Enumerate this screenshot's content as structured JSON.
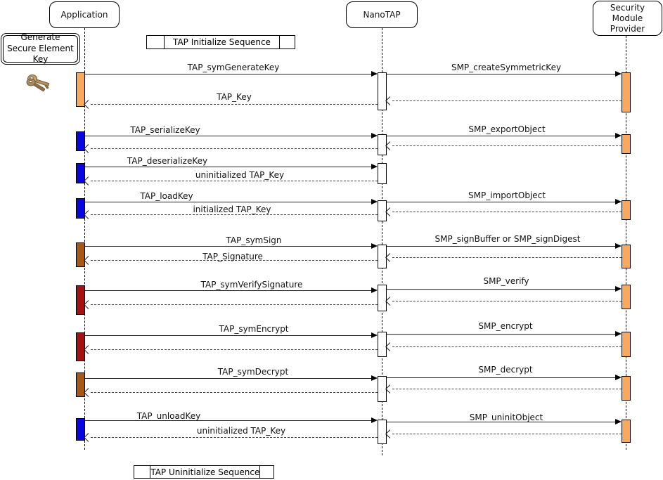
{
  "diagram_title": "Generate Secure Element Key",
  "actors": [
    {
      "name": "Application"
    },
    {
      "name": "NanoTAP"
    },
    {
      "name": "Security Module Provider"
    }
  ],
  "fragments": {
    "init": "TAP Initialize Sequence",
    "uninit": "TAP Uninitialize Sequence"
  },
  "icons": {
    "keys": "keys-icon"
  },
  "colors": {
    "activation_orange": "#F9A95D",
    "activation_blue": "#0806DF",
    "activation_brown": "#A35A18",
    "activation_dark_red": "#A31111",
    "activation_white": "#FFFFFF"
  },
  "messages": [
    {
      "call": "TAP_symGenerateKey",
      "smp_call": "SMP_createSymmetricKey",
      "return": "TAP_Key"
    },
    {
      "call": "TAP_serializeKey",
      "smp_call": "SMP_exportObject",
      "return": ""
    },
    {
      "call": "TAP_deserializeKey",
      "smp_call": "",
      "return": "uninitialized TAP_Key"
    },
    {
      "call": "TAP_loadKey",
      "smp_call": "SMP_importObject",
      "return": "initialized TAP_Key"
    },
    {
      "call": "TAP_symSign",
      "smp_call": "SMP_signBuffer or SMP_signDigest",
      "return": "TAP_Signature"
    },
    {
      "call": "TAP_symVerifySignature",
      "smp_call": "SMP_verify",
      "return": ""
    },
    {
      "call": "TAP_symEncrypt",
      "smp_call": "SMP_encrypt",
      "return": ""
    },
    {
      "call": "TAP_symDecrypt",
      "smp_call": "SMP_decrypt",
      "return": ""
    },
    {
      "call": "TAP_unloadKey",
      "smp_call": "SMP_uninitObject",
      "return": "uninitialized TAP_Key"
    }
  ]
}
